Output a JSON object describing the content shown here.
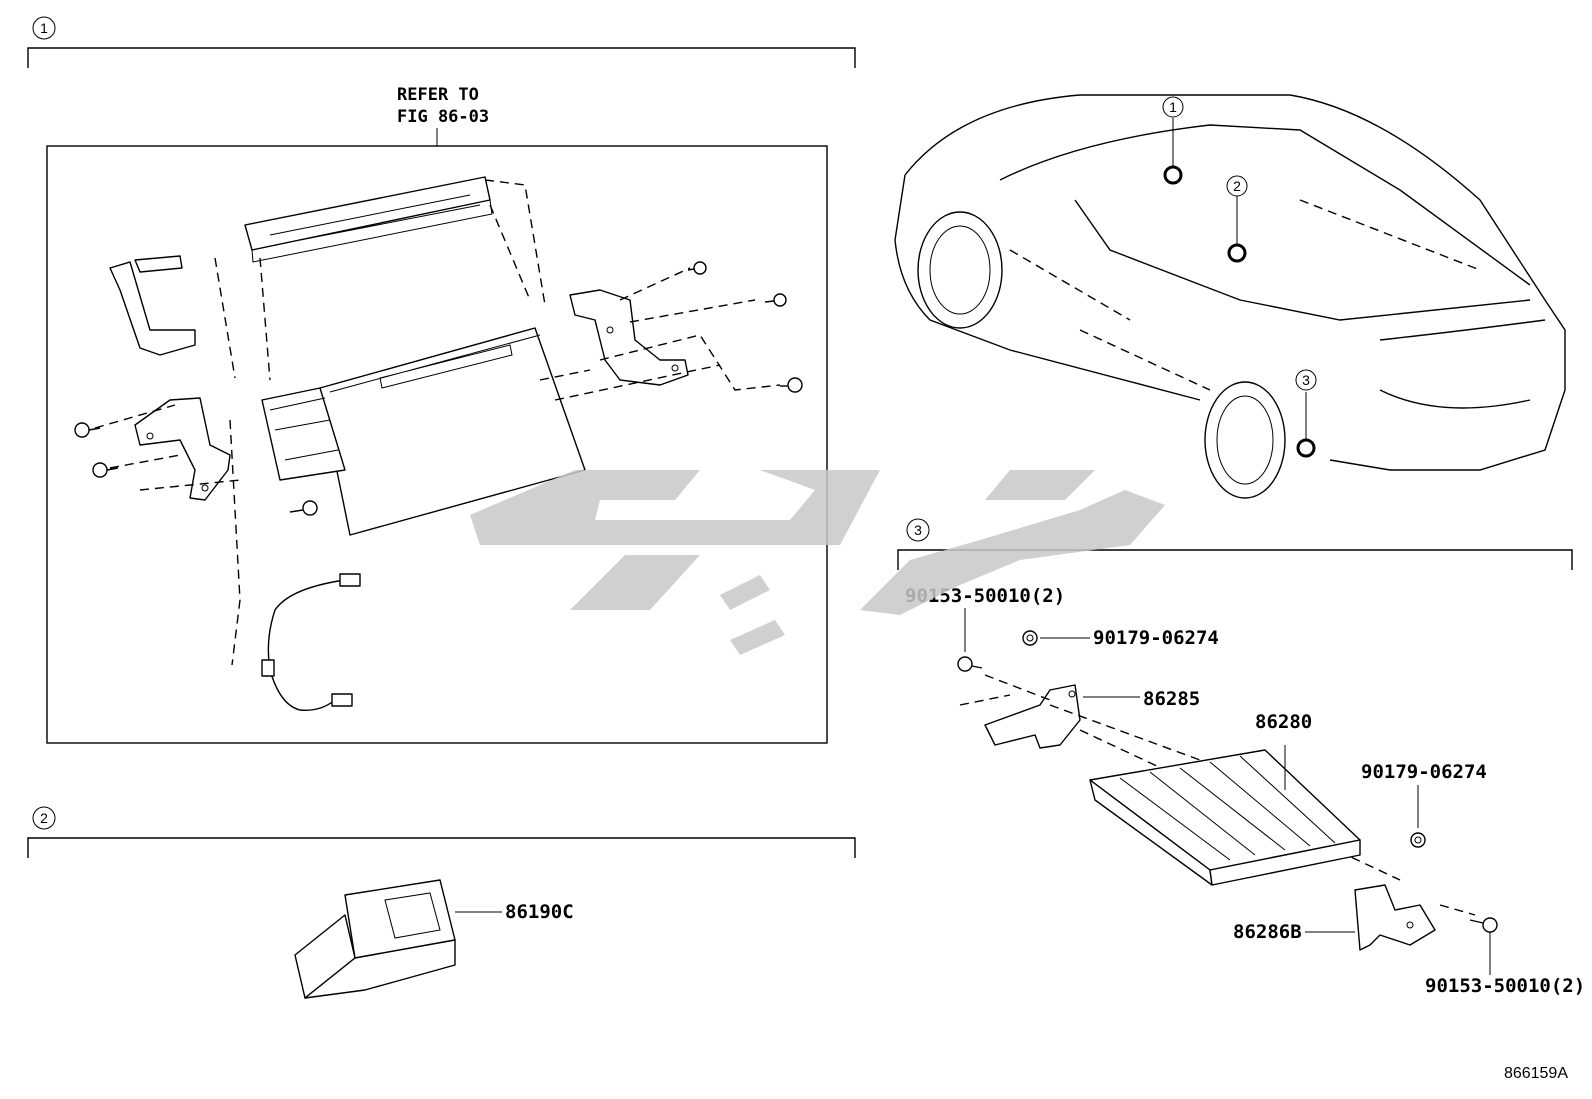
{
  "sections": [
    {
      "id": "1",
      "marker": "1"
    },
    {
      "id": "2",
      "marker": "2"
    },
    {
      "id": "3",
      "marker": "3"
    }
  ],
  "refer_note": {
    "line1": "REFER TO",
    "line2": "FIG 86-03"
  },
  "vehicle_markers": [
    "1",
    "2",
    "3"
  ],
  "parts": {
    "p86190C": "86190C",
    "p86285": "86285",
    "p86280": "86280",
    "p86286B": "86286B",
    "bolt_top": "90153-50010(2)",
    "nut_top": "90179-06274",
    "nut_right": "90179-06274",
    "bolt_bottom": "90153-50010(2)"
  },
  "figure_code": "866159A",
  "watermark": {
    "color": "#c8c8c8",
    "description_icon": "watermark-logo"
  }
}
